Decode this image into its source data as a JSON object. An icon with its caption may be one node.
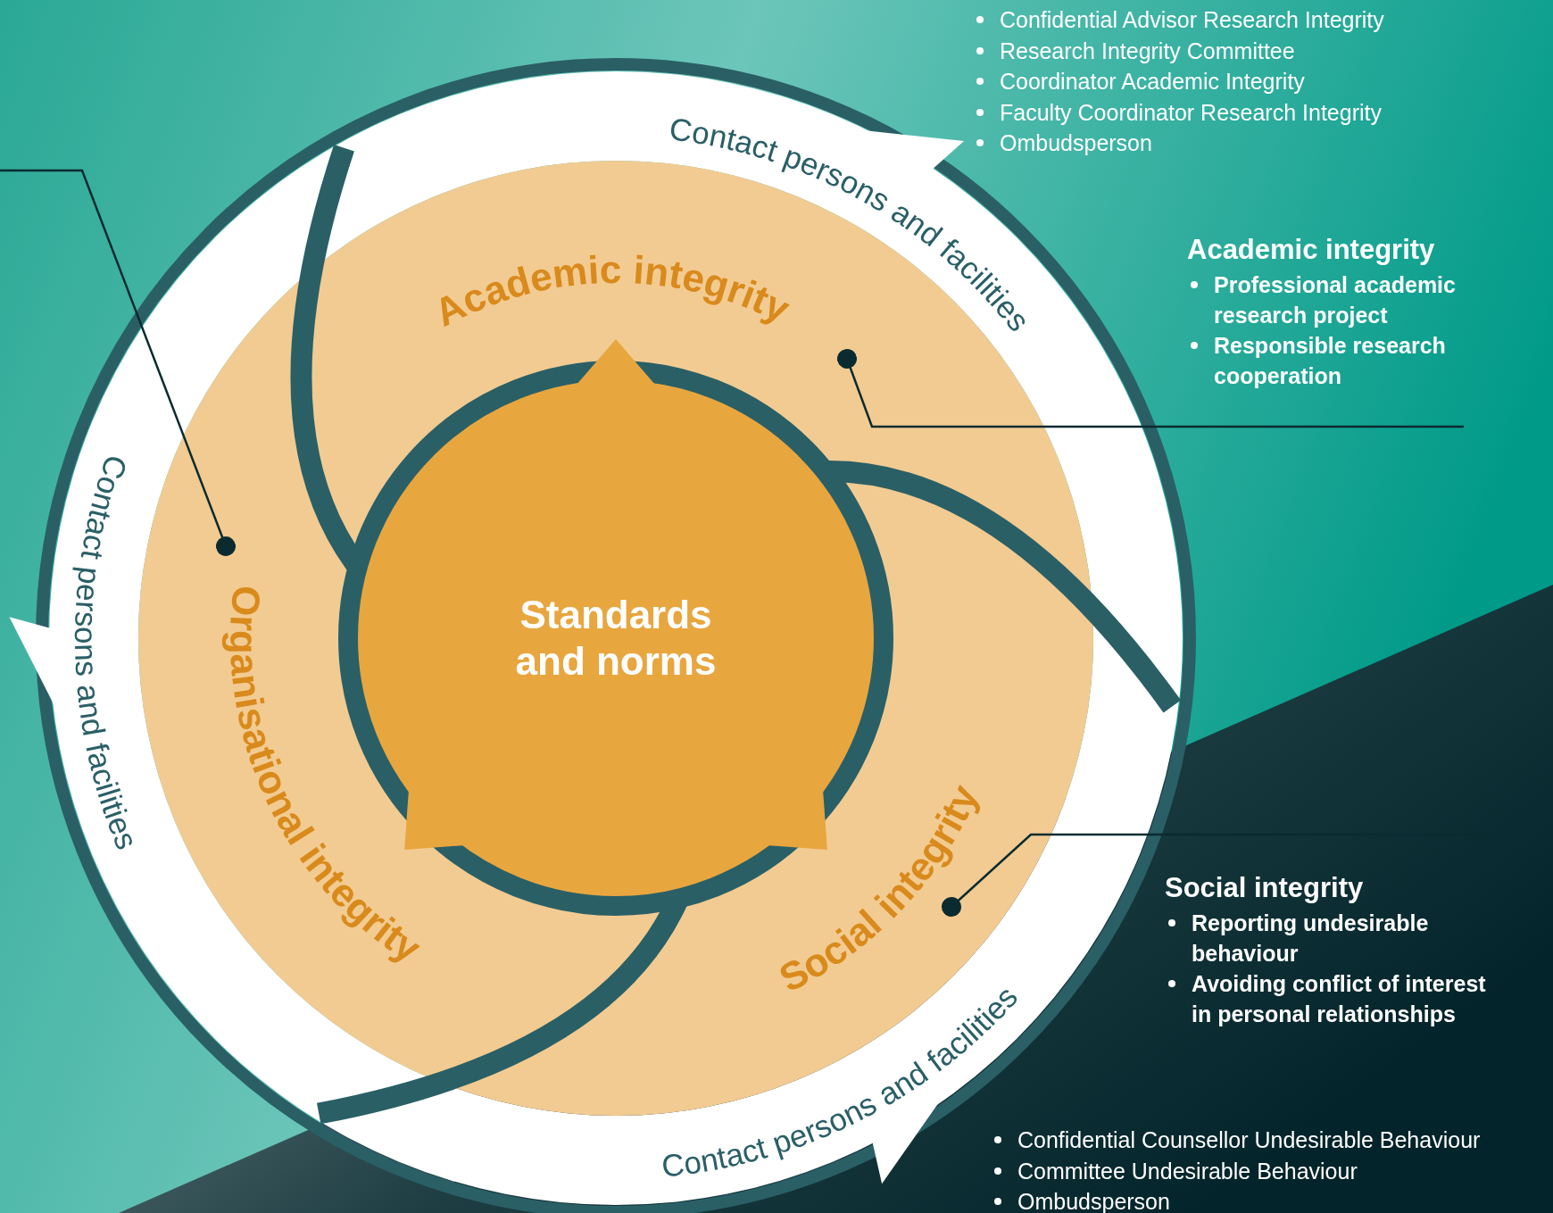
{
  "diagram": {
    "nodes": [
      {
        "text": [
          "Contact persons and facilities",
          "Contact persons and facilities",
          "Contact persons and facilities"
        ]
      },
      {
        "text": [
          "Academic integrity"
        ],
        "in": 0
      },
      {
        "text": [
          "Organisational integrity"
        ],
        "in": 0
      },
      {
        "text": [
          "Social integrity"
        ],
        "in": 0
      },
      {
        "text": [
          "Standards and norms"
        ],
        "in": 0
      },
      {
        "text": [
          "Academic integrity",
          "Professional academic research project",
          "Responsible research cooperation"
        ]
      },
      {
        "text": [
          "Social integrity",
          "Reporting undesirable behaviour",
          "Avoiding conflict of interest in personal relationships"
        ]
      }
    ],
    "edges": [
      {
        "from": 5,
        "to": 1,
        "arrow": "other"
      },
      {
        "from": 6,
        "to": 3,
        "arrow": "other"
      },
      {
        "from": null,
        "to": 2,
        "arrow": "other"
      }
    ],
    "labels": [
      "Confidential Advisor Research Integrity",
      "Research Integrity Committee",
      "Coordinator Academic Integrity",
      "Faculty Coordinator Research Integrity",
      "Ombudsperson",
      "Confidential Counsellor Undesirable Behaviour",
      "Committee Undesirable Behaviour",
      "Ombudsperson"
    ]
  }
}
